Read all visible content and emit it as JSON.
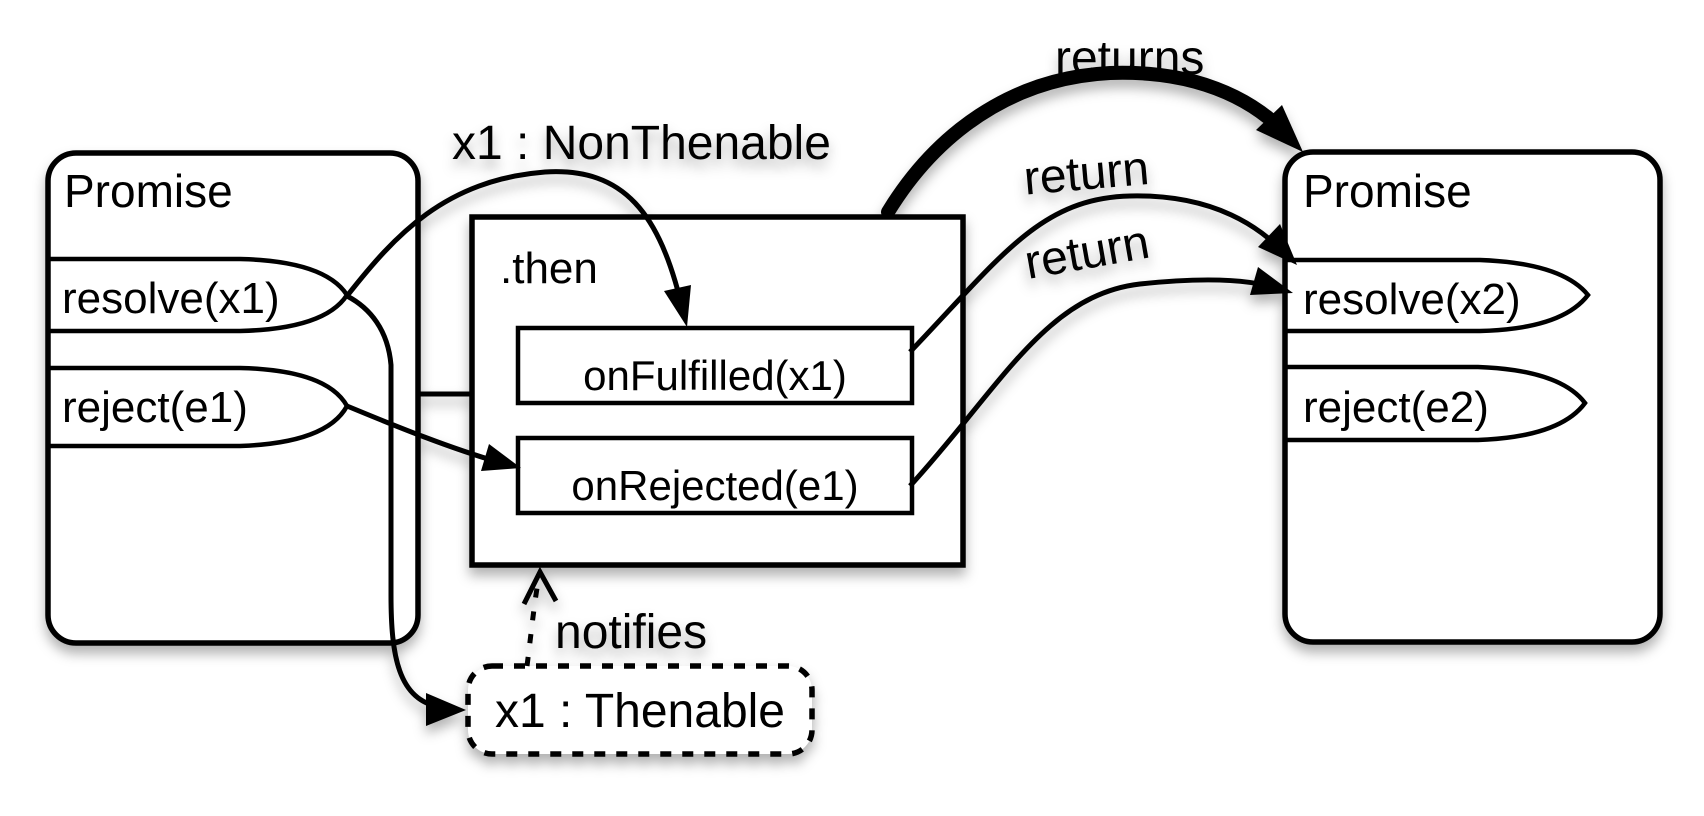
{
  "colors": {
    "background": "#ffffff",
    "stroke": "#000000"
  },
  "left_promise": {
    "title": "Promise",
    "resolve_label": "resolve(x1)",
    "reject_label": "reject(e1)"
  },
  "then_box": {
    "title": ".then",
    "on_fulfilled_label": "onFulfilled(x1)",
    "on_rejected_label": "onRejected(e1)"
  },
  "right_promise": {
    "title": "Promise",
    "resolve_label": "resolve(x2)",
    "reject_label": "reject(e2)"
  },
  "thenable": {
    "label": "x1 : Thenable"
  },
  "annotations": {
    "non_thenable": "x1 : NonThenable",
    "returns": "returns",
    "return_from_fulfilled": "return",
    "return_from_rejected": "return",
    "notifies": "notifies"
  }
}
